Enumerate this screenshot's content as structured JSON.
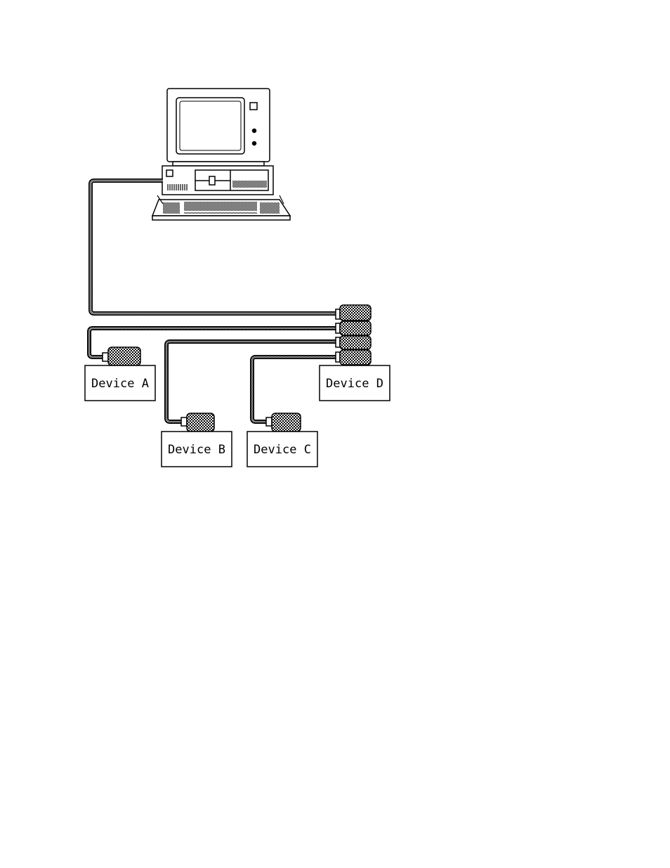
{
  "devices": {
    "a": "Device A",
    "b": "Device B",
    "c": "Device C",
    "d": "Device D"
  },
  "colors": {
    "ink": "#000000",
    "paper": "#ffffff",
    "cable_fill": "#9a9a9a"
  }
}
